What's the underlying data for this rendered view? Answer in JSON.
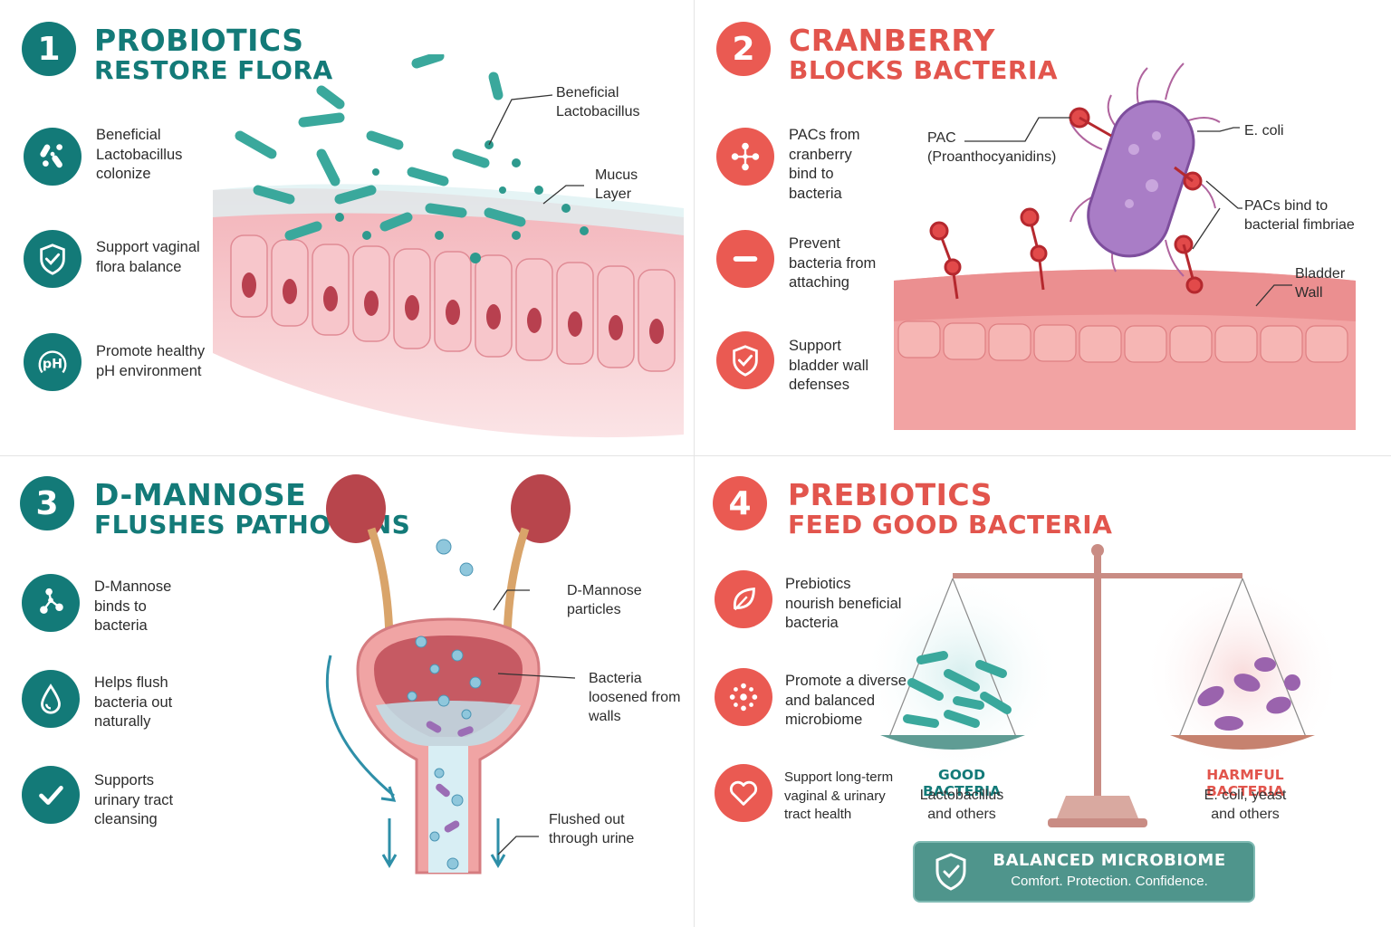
{
  "colors": {
    "teal": "#137a78",
    "red": "#ea5a52"
  },
  "panels": [
    {
      "number": "1",
      "title_line1": "PROBIOTICS",
      "title_line2": "RESTORE FLORA",
      "benefits": [
        {
          "icon": "bacteria-icon",
          "text": "Beneficial\nLactobacillus\ncolonize"
        },
        {
          "icon": "shield-check-icon",
          "text": "Support vaginal\nflora balance"
        },
        {
          "icon": "ph-icon",
          "text": "Promote healthy\npH environment",
          "icon_text": "pH"
        }
      ],
      "labels": [
        "Beneficial\nLactobacillus",
        "Mucus\nLayer"
      ]
    },
    {
      "number": "2",
      "title_line1": "CRANBERRY",
      "title_line2": "BLOCKS BACTERIA",
      "benefits": [
        {
          "icon": "molecule-icon",
          "text": "PACs from\ncranberry\nbind to\nbacteria"
        },
        {
          "icon": "block-icon",
          "text": "Prevent\nbacteria from\nattaching"
        },
        {
          "icon": "shield-check-icon",
          "text": "Support\nbladder wall\ndefenses"
        }
      ],
      "labels": [
        "PAC\n(Proanthocyanidins)",
        "E. coli",
        "PACs bind to\nbacterial fimbriae",
        "Bladder\nWall"
      ]
    },
    {
      "number": "3",
      "title_line1": "D-MANNOSE",
      "title_line2": "FLUSHES PATHOGENS",
      "benefits": [
        {
          "icon": "molecule-icon",
          "text": "D-Mannose\nbinds to\nbacteria"
        },
        {
          "icon": "droplet-icon",
          "text": "Helps flush\nbacteria out\nnaturally"
        },
        {
          "icon": "check-icon",
          "text": "Supports\nurinary tract\ncleansing"
        }
      ],
      "labels": [
        "D-Mannose\nparticles",
        "Bacteria\nloosened from\nwalls",
        "Flushed out\nthrough urine"
      ]
    },
    {
      "number": "4",
      "title_line1": "PREBIOTICS",
      "title_line2": "FEED GOOD BACTERIA",
      "benefits": [
        {
          "icon": "leaf-icon",
          "text": "Prebiotics\nnourish beneficial\nbacteria"
        },
        {
          "icon": "diversity-icon",
          "text": "Promote a diverse\nand balanced\nmicrobiome"
        },
        {
          "icon": "heart-icon",
          "text": "Support long-term\nvaginal & urinary\ntract health"
        }
      ],
      "scale": {
        "good_title": "GOOD BACTERIA",
        "good_sub": "Lactobacillus\nand others",
        "harmful_title": "HARMFUL BACTERIA",
        "harmful_sub": "E. coli, yeast\nand others"
      },
      "banner": {
        "title": "BALANCED MICROBIOME",
        "subtitle": "Comfort. Protection. Confidence."
      }
    }
  ]
}
